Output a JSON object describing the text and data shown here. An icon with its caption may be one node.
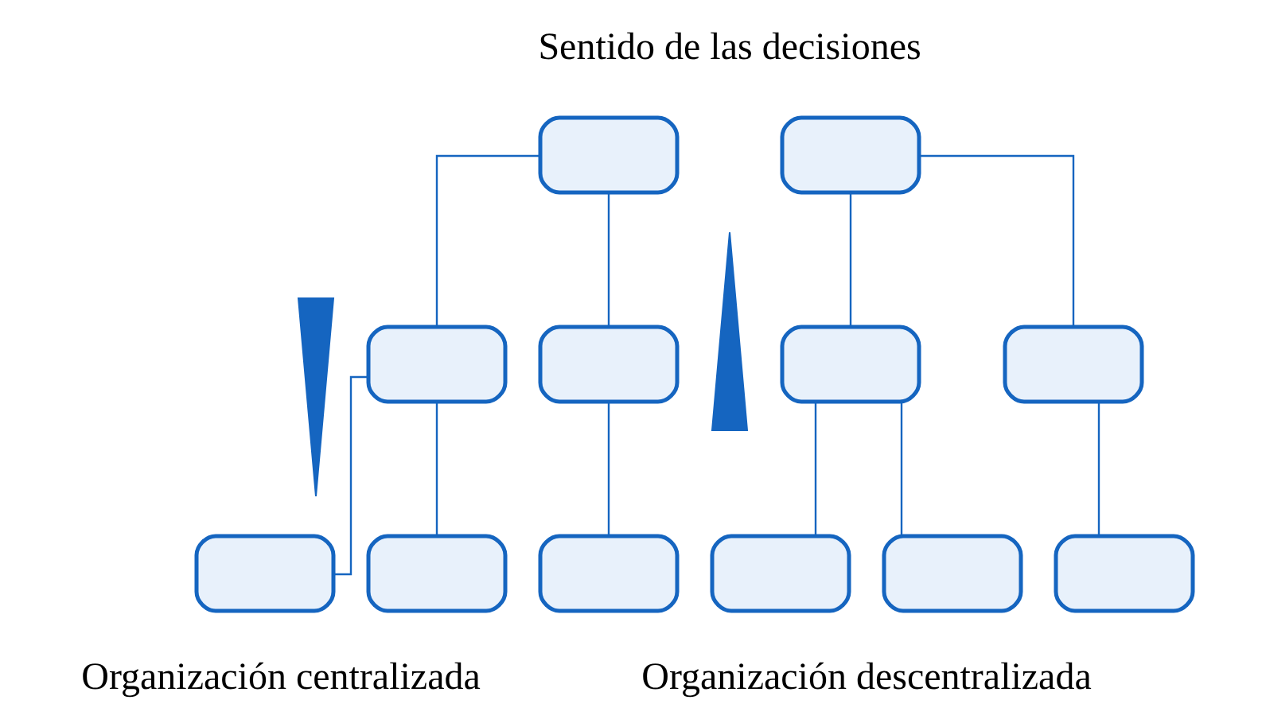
{
  "diagram": {
    "nodes": [
      {
        "text": [],
        "shape": "box"
      },
      {
        "text": [],
        "shape": "box"
      },
      {
        "text": [],
        "shape": "box"
      },
      {
        "text": [],
        "shape": "box"
      },
      {
        "text": [],
        "shape": "box"
      },
      {
        "text": [],
        "shape": "box"
      },
      {
        "text": [],
        "shape": "box"
      },
      {
        "text": [],
        "shape": "box"
      },
      {
        "text": [],
        "shape": "box"
      },
      {
        "text": [],
        "shape": "box"
      },
      {
        "text": [],
        "shape": "box"
      },
      {
        "text": [],
        "shape": "box"
      },
      {
        "text": [],
        "shape": "arrow"
      },
      {
        "text": [],
        "shape": "arrow"
      }
    ],
    "edges": [
      {
        "from": 0,
        "to": 1,
        "arrow": "none"
      },
      {
        "from": 0,
        "to": 2,
        "arrow": "none"
      },
      {
        "from": 1,
        "to": 3,
        "arrow": "none"
      },
      {
        "from": 1,
        "to": 4,
        "arrow": "none"
      },
      {
        "from": 2,
        "to": 5,
        "arrow": "none"
      },
      {
        "from": 6,
        "to": 7,
        "arrow": "none"
      },
      {
        "from": 6,
        "to": 8,
        "arrow": "none"
      },
      {
        "from": 7,
        "to": 9,
        "arrow": "none"
      },
      {
        "from": 7,
        "to": 10,
        "arrow": "none"
      },
      {
        "from": 8,
        "to": 11,
        "arrow": "none"
      }
    ],
    "labels": [
      "Sentido de las decisiones",
      "Organización centralizada",
      "Organización descentralizada"
    ]
  }
}
